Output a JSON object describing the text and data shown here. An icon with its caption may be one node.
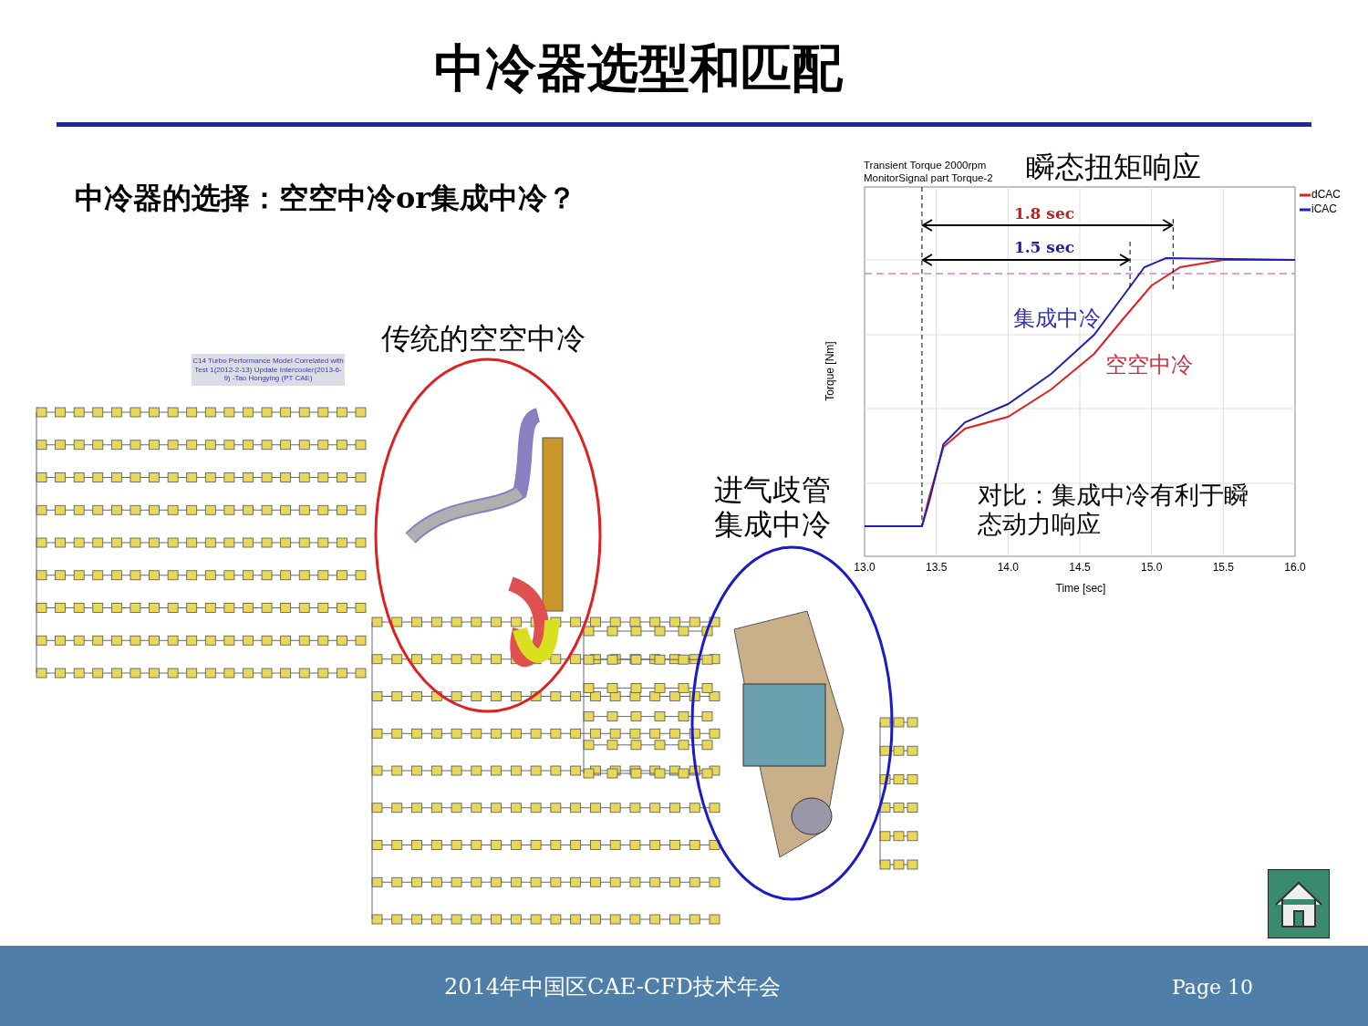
{
  "diagram": {
    "title": "中冷器选型和匹配",
    "nodes": [
      {
        "text": [
          "传统的空空中冷"
        ]
      },
      {
        "text": [
          "进气歧管集成中冷"
        ]
      }
    ],
    "edges": [],
    "labels": [
      "中冷器的选择：空空中冷or集成中冷？",
      "C14 Turbo Performance Model Correlated with Test 1(2012-2-13) Update Intercooler(2013-6-9) -Tao Hongying (PT CAE)",
      "Transient Torque 2000rpm MonitorSignal part Torque-2",
      "瞬态扭矩响应",
      "1.8 sec",
      "1.5 sec",
      "集成中冷",
      "空空中冷",
      "对比：集成中冷有利于瞬态动力响应",
      "Torque [Nm]",
      "13.0",
      "13.5",
      "14.0",
      "14.5",
      "15.0",
      "15.5",
      "16.0",
      "Time [sec]",
      "2014年中国区CAE-CFD技术年会",
      "Page 10"
    ],
    "legend": [
      {
        "text": "dCAC"
      },
      {
        "text": "iCAC"
      }
    ]
  }
}
